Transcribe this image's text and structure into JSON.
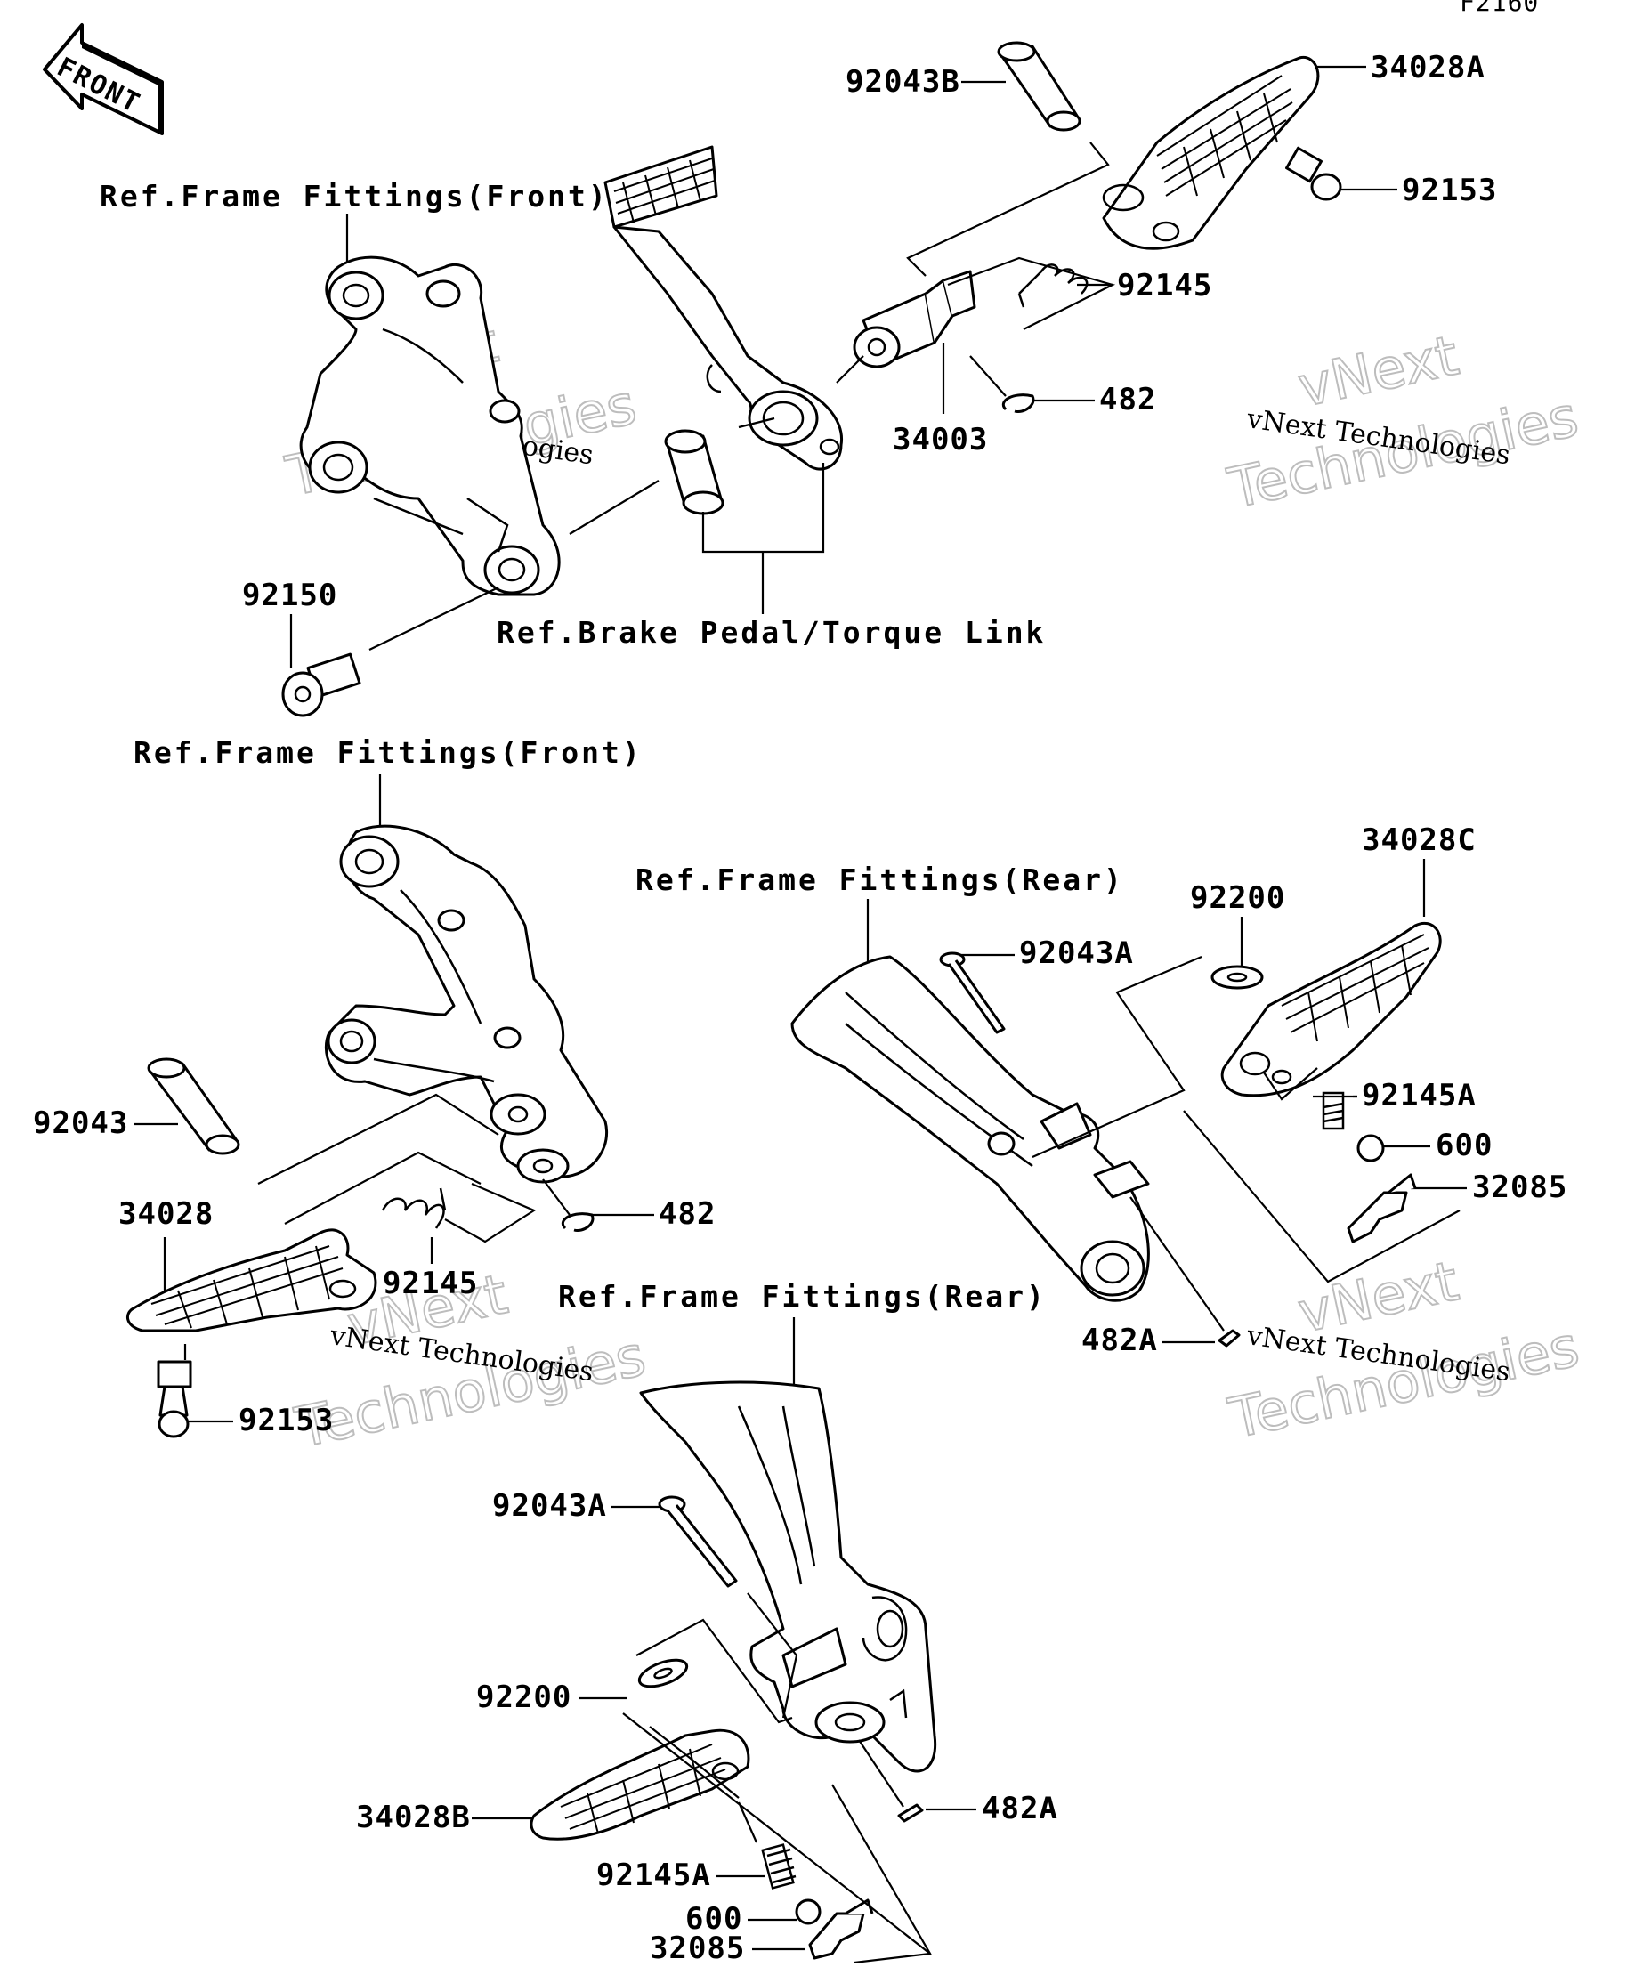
{
  "figure_code": "F2160",
  "front_arrow_text": "FRONT",
  "watermark": {
    "line1": "vNext Technologies",
    "line2": "vNext",
    "line3": "Technologies"
  },
  "references": {
    "ref_front_upper": "Ref.Frame Fittings(Front)",
    "ref_brake": "Ref.Brake Pedal/Torque Link",
    "ref_front_lower": "Ref.Frame Fittings(Front)",
    "ref_rear_upper": "Ref.Frame Fittings(Rear)",
    "ref_rear_lower": "Ref.Frame Fittings(Rear)"
  },
  "parts": {
    "p_92043B": "92043B",
    "p_34028A": "34028A",
    "p_92153_top": "92153",
    "p_92145_top": "92145",
    "p_482_top": "482",
    "p_34003": "34003",
    "p_92150": "92150",
    "p_92043": "92043",
    "p_34028": "34028",
    "p_482_mid": "482",
    "p_92145_mid": "92145",
    "p_92153_mid": "92153",
    "p_34028C": "34028C",
    "p_92200_upper": "92200",
    "p_92043A_upper": "92043A",
    "p_92145A_upper": "92145A",
    "p_600_upper": "600",
    "p_32085_upper": "32085",
    "p_482A_upper": "482A",
    "p_92043A_lower": "92043A",
    "p_92200_lower": "92200",
    "p_34028B": "34028B",
    "p_482A_lower": "482A",
    "p_92145A_lower": "92145A",
    "p_600_lower": "600",
    "p_32085_lower": "32085"
  }
}
